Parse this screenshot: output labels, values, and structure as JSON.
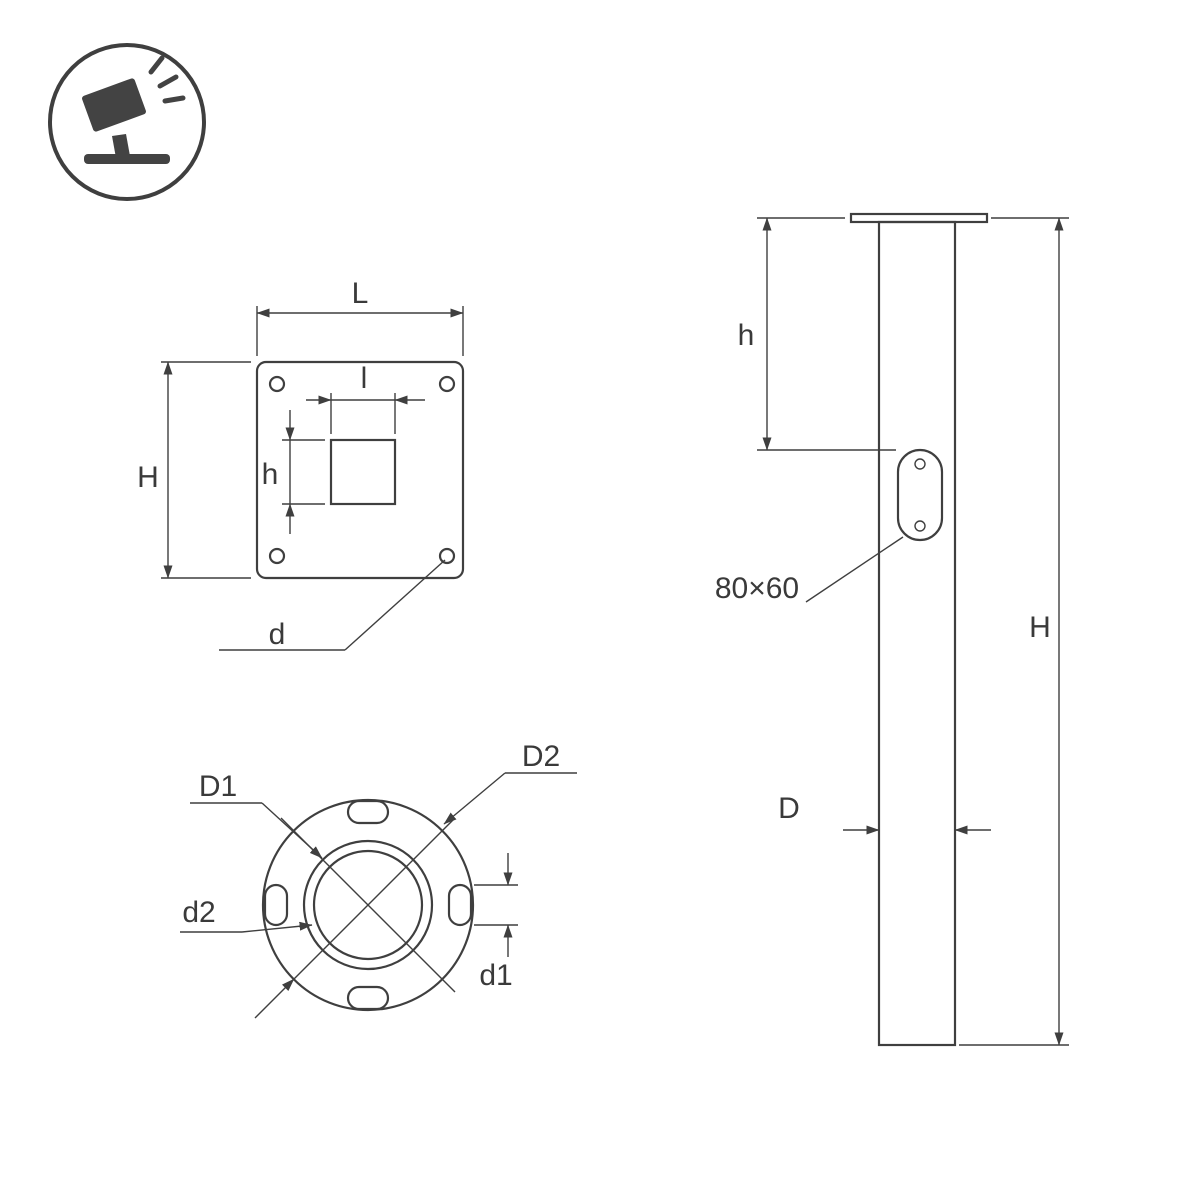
{
  "colors": {
    "line": "#3f3f3f",
    "text": "#3a3a3a",
    "background": "#ffffff"
  },
  "logo": {
    "icon": "tilted-floodlight-icon"
  },
  "top_view": {
    "L": "L",
    "l": "l",
    "H": "H",
    "h": "h",
    "d": "d"
  },
  "flange_view": {
    "D1": "D1",
    "D2": "D2",
    "d1": "d1",
    "d2": "d2"
  },
  "side_view": {
    "h": "h",
    "H": "H",
    "D": "D",
    "slot_size": "80×60"
  }
}
